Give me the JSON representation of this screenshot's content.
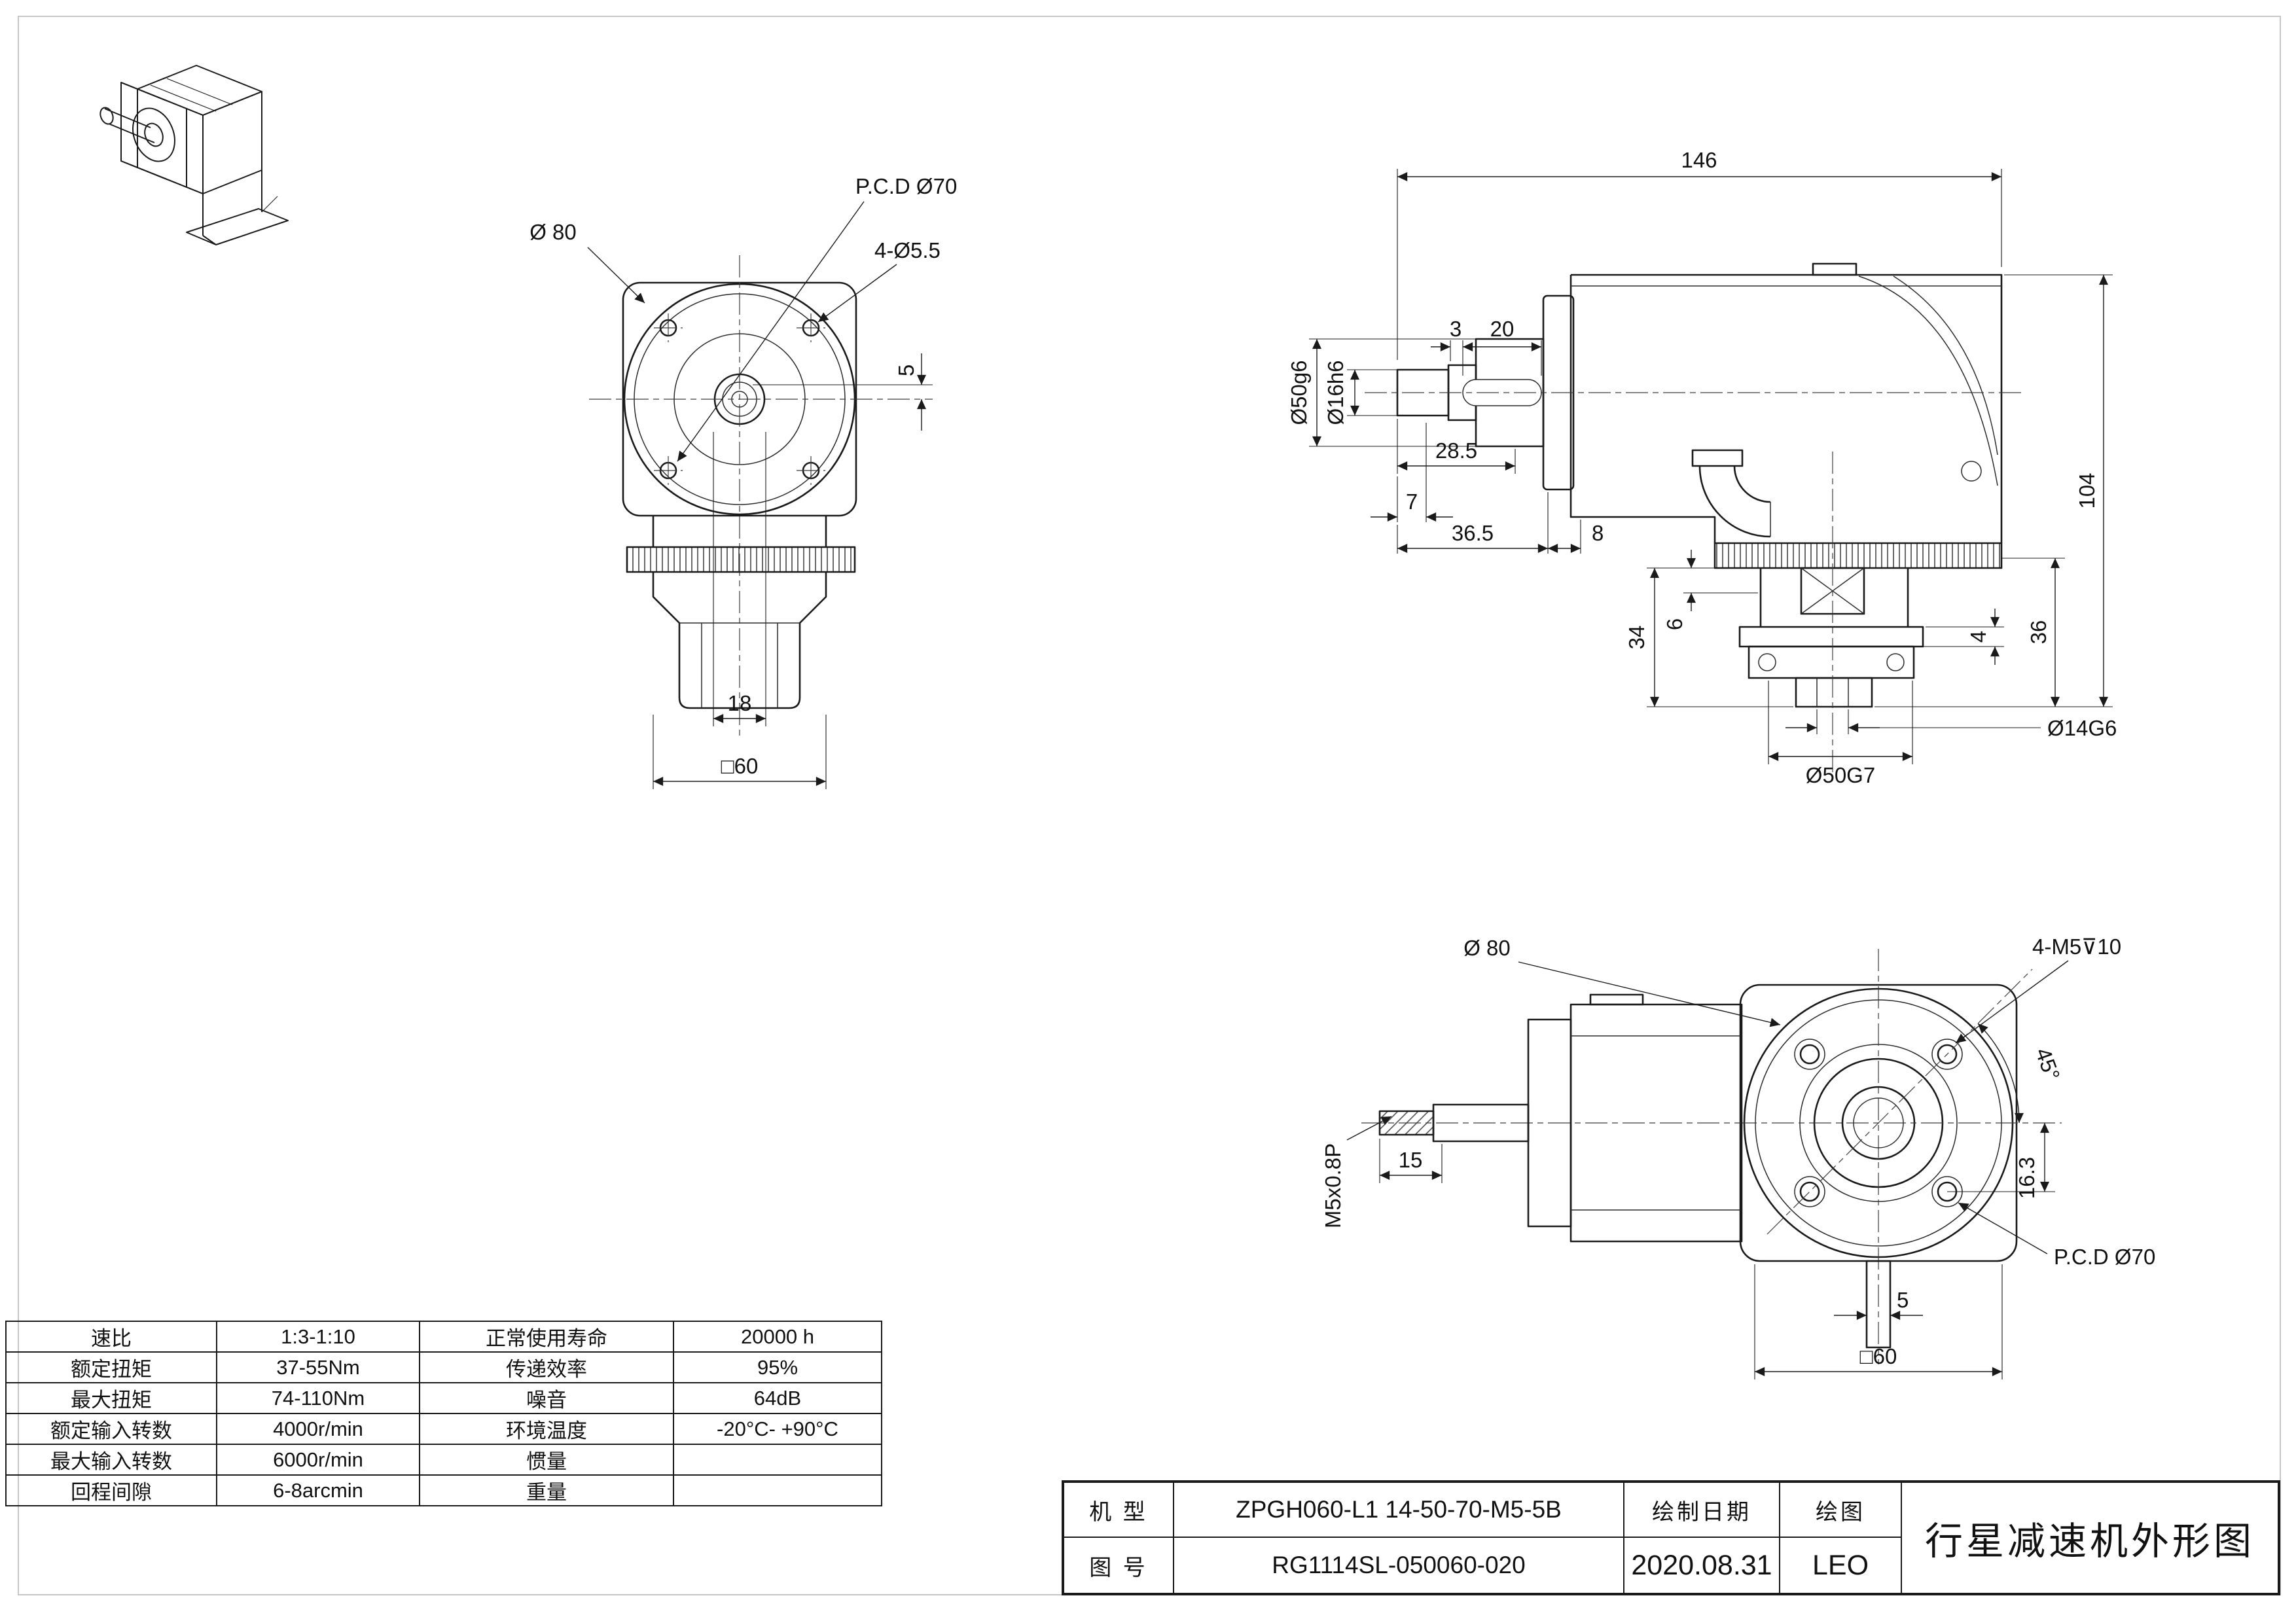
{
  "doc": {
    "sheet_title": "行星减速机外形图"
  },
  "colors": {
    "line": "#1a1a1a",
    "background": "#ffffff"
  },
  "front_view": {
    "dia80": "Ø 80",
    "pcd70": "P.C.D Ø70",
    "holes": "4-Ø5.5",
    "dim_5": "5",
    "dim_18": "18",
    "square_60": "□60"
  },
  "side_view": {
    "dim_146": "146",
    "dim_3": "3",
    "dim_20": "20",
    "dia_50g6": "Ø50g6",
    "dia_16h6": "Ø16h6",
    "dim_28_5": "28.5",
    "dim_7": "7",
    "dim_36_5": "36.5",
    "dim_8": "8",
    "dim_34": "34",
    "dim_6": "6",
    "dim_104": "104",
    "dim_36": "36",
    "dim_4": "4",
    "dia_14g6": "Ø14G6",
    "dia_50g7": "Ø50G7"
  },
  "bottom_view": {
    "dia80": "Ø 80",
    "holes": "4-M5⊽10",
    "angle_45": "45°",
    "thread": "M5x0.8P",
    "dim_15": "15",
    "dim_16_3": "16.3",
    "pcd70": "P.C.D Ø70",
    "dim_5": "5",
    "square_60": "□60"
  },
  "spec_table": {
    "rows": [
      {
        "label1": "速比",
        "value1": "1:3-1:10",
        "label2": "正常使用寿命",
        "value2": "20000 h"
      },
      {
        "label1": "额定扭矩",
        "value1": "37-55Nm",
        "label2": "传递效率",
        "value2": "95%"
      },
      {
        "label1": "最大扭矩",
        "value1": "74-110Nm",
        "label2": "噪音",
        "value2": "64dB"
      },
      {
        "label1": "额定输入转数",
        "value1": "4000r/min",
        "label2": "环境温度",
        "value2": "-20°C- +90°C"
      },
      {
        "label1": "最大输入转数",
        "value1": "6000r/min",
        "label2": "惯量",
        "value2": ""
      },
      {
        "label1": "回程间隙",
        "value1": "6-8arcmin",
        "label2": "重量",
        "value2": ""
      }
    ]
  },
  "title_block": {
    "model_label": "机 型",
    "model_value": "ZPGH060-L1 14-50-70-M5-5B",
    "date_label": "绘制日期",
    "date_value": "2020.08.31",
    "drafter_label": "绘图",
    "drafter_value": "LEO",
    "drawing_no_label": "图 号",
    "drawing_no_value": "RG1114SL-050060-020",
    "sheet_title": "行星减速机外形图"
  }
}
